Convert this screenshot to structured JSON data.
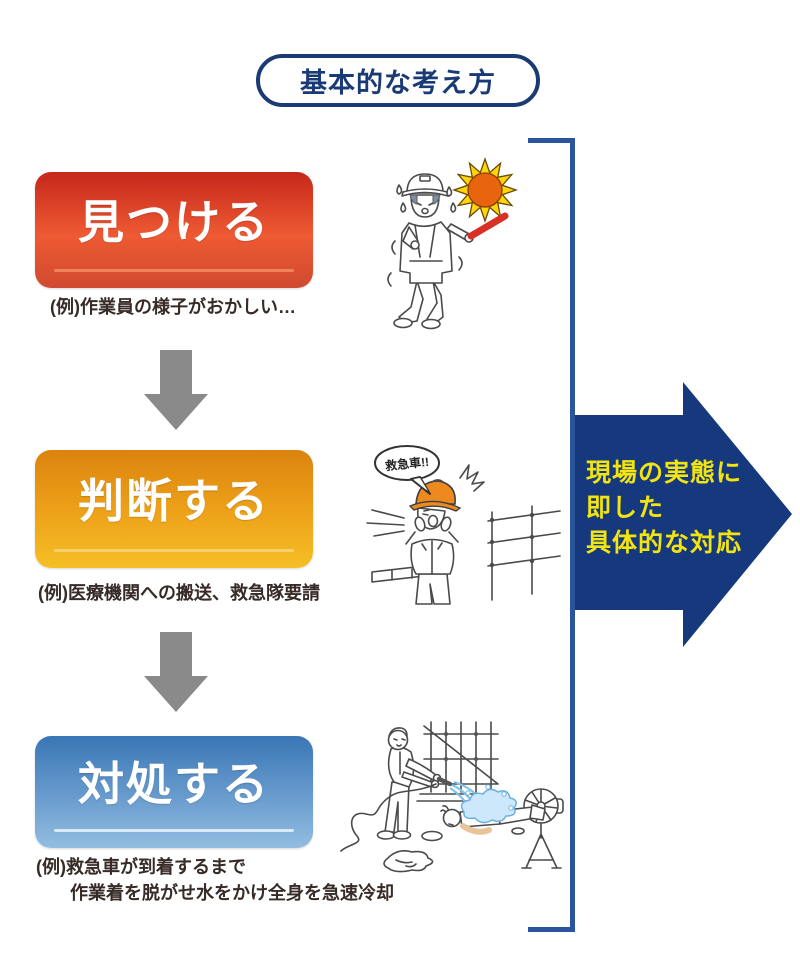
{
  "title": "基本的な考え方",
  "title_color": "#1a3a76",
  "example_text_color": "#362b27",
  "steps": [
    {
      "label": "見つける",
      "example_lines": [
        "(例)作業員の様子がおかしい…"
      ],
      "gradient": [
        "#c6271a",
        "#ee5a33",
        "#d04a30"
      ],
      "underline_color": "#f0825a"
    },
    {
      "label": "判断する",
      "example_lines": [
        "(例)医療機関への搬送、救急隊要請"
      ],
      "gradient": [
        "#db830e",
        "#eea31a",
        "#f5bf25"
      ],
      "underline_color": "#f7d06e"
    },
    {
      "label": "対処する",
      "example_lines": [
        "(例)救急車が到着するまで",
        "作業着を脱がせ水をかけ全身を急速冷却"
      ],
      "gradient": [
        "#3a76b5",
        "#699cce",
        "#93bde0"
      ],
      "underline_color": "#d9e9f6"
    }
  ],
  "flow_arrow_color": "#8a8a8a",
  "bracket_color": "#2a549c",
  "main_arrow": {
    "lines": [
      "現場の実態に",
      "即した",
      "具体的な対応"
    ],
    "fill": "#16387c",
    "text_color": "#f2e410"
  },
  "illustrations": {
    "find": {
      "name": "worker-dizzy-under-sun"
    },
    "judge": {
      "name": "worker-shouting-for-ambulance",
      "speech": "救急車!!"
    },
    "treat": {
      "name": "cooling-collapsed-worker-with-water-and-fan"
    }
  }
}
